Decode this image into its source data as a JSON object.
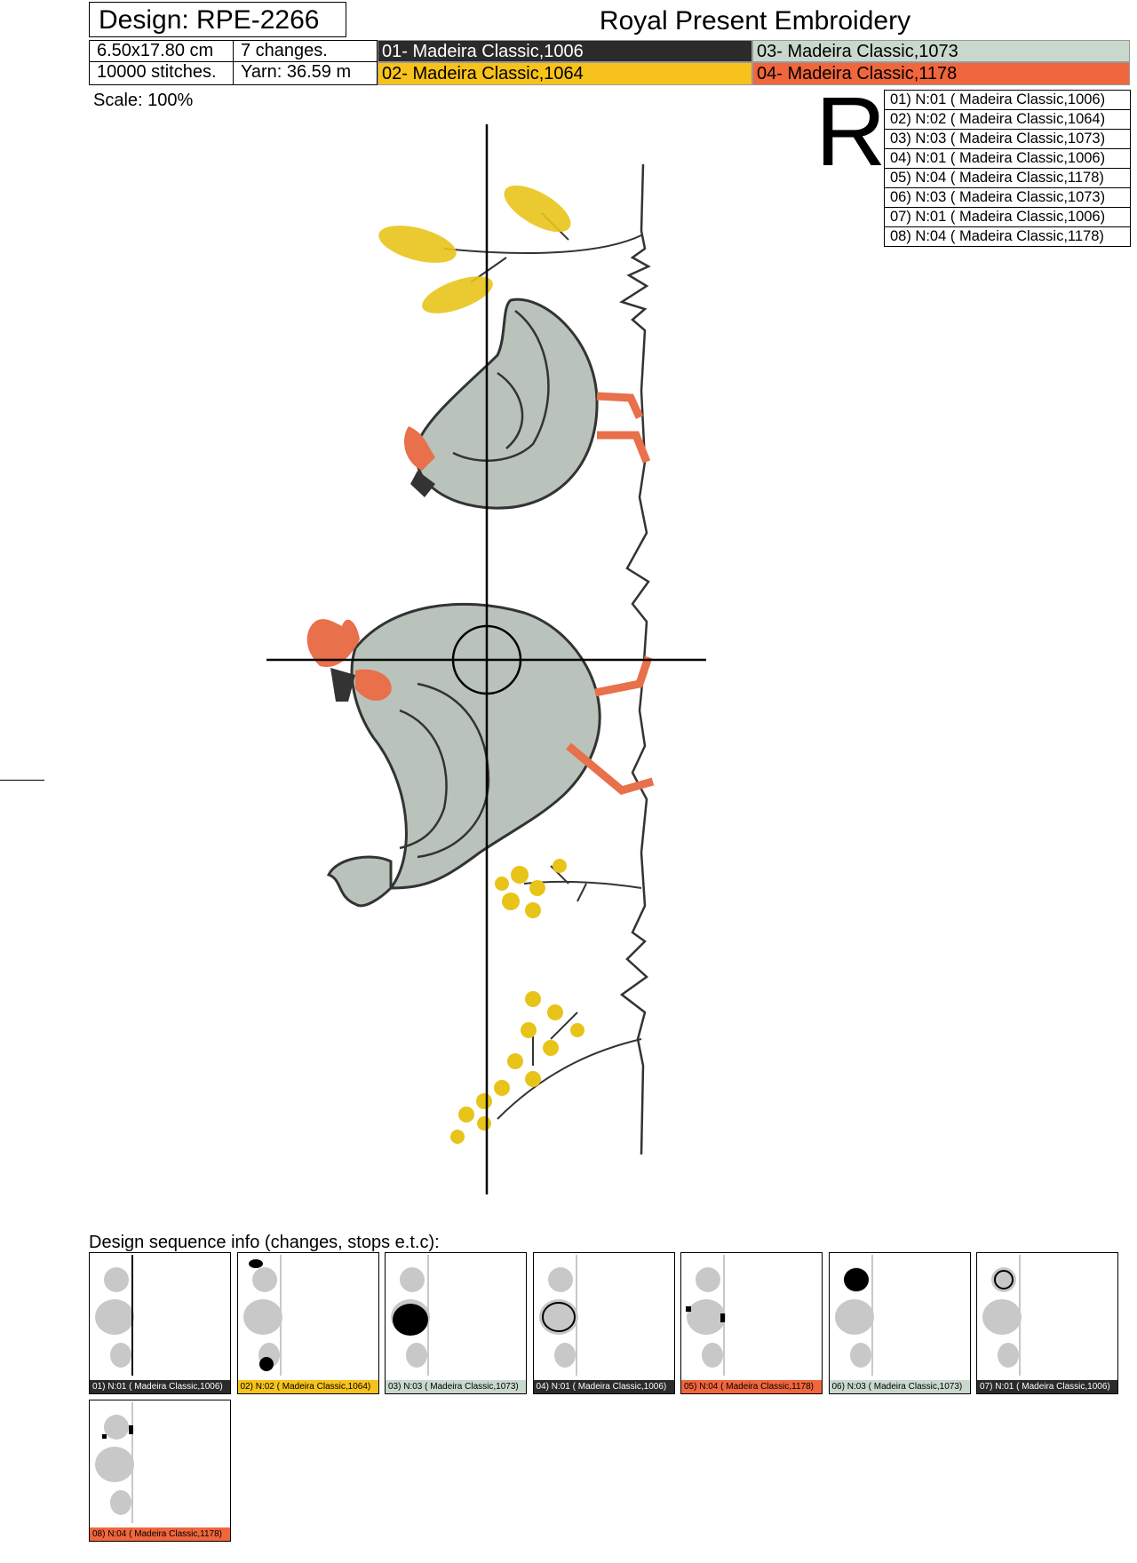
{
  "header": {
    "design": "Design: RPE-2266",
    "company": "Royal Present Embroidery",
    "size": "6.50x17.80 cm",
    "changes": "7 changes.",
    "stitches": "10000 stitches.",
    "yarn": "Yarn: 36.59 m"
  },
  "colors": [
    {
      "label": "01- Madeira Classic,1006",
      "bg": "#2b2b2b",
      "fg": "#ffffff"
    },
    {
      "label": "02- Madeira Classic,1064",
      "bg": "#f7c21c",
      "fg": "#000000"
    },
    {
      "label": "03- Madeira Classic,1073",
      "bg": "#c9d8cc",
      "fg": "#000000"
    },
    {
      "label": "04- Madeira Classic,1178",
      "bg": "#f0663d",
      "fg": "#000000"
    }
  ],
  "scale": "Scale: 100%",
  "rotation_mark": "R",
  "sequence": [
    "01) N:01 ( Madeira Classic,1006)",
    "02) N:02 ( Madeira Classic,1064)",
    "03) N:03 ( Madeira Classic,1073)",
    "04) N:01 ( Madeira Classic,1006)",
    "05) N:04 ( Madeira Classic,1178)",
    "06) N:03 ( Madeira Classic,1073)",
    "07) N:01 ( Madeira Classic,1006)",
    "08) N:04 ( Madeira Classic,1178)"
  ],
  "sequence_title": "Design sequence info (changes, stops e.t.c):",
  "thumbnails": [
    {
      "label": "01) N:01 ( Madeira Classic,1006)",
      "bg": "#2b2b2b",
      "fg": "#ffffff"
    },
    {
      "label": "02) N:02 ( Madeira Classic,1064)",
      "bg": "#f7c21c",
      "fg": "#000000"
    },
    {
      "label": "03) N:03 ( Madeira Classic,1073)",
      "bg": "#c9d8cc",
      "fg": "#000000"
    },
    {
      "label": "04) N:01 ( Madeira Classic,1006)",
      "bg": "#2b2b2b",
      "fg": "#ffffff"
    },
    {
      "label": "05) N:04 ( Madeira Classic,1178)",
      "bg": "#f0663d",
      "fg": "#000000"
    },
    {
      "label": "06) N:03 ( Madeira Classic,1073)",
      "bg": "#c9d8cc",
      "fg": "#000000"
    },
    {
      "label": "07) N:01 ( Madeira Classic,1006)",
      "bg": "#2b2b2b",
      "fg": "#ffffff"
    },
    {
      "label": "08) N:04 ( Madeira Classic,1178)",
      "bg": "#f0663d",
      "fg": "#000000"
    }
  ]
}
